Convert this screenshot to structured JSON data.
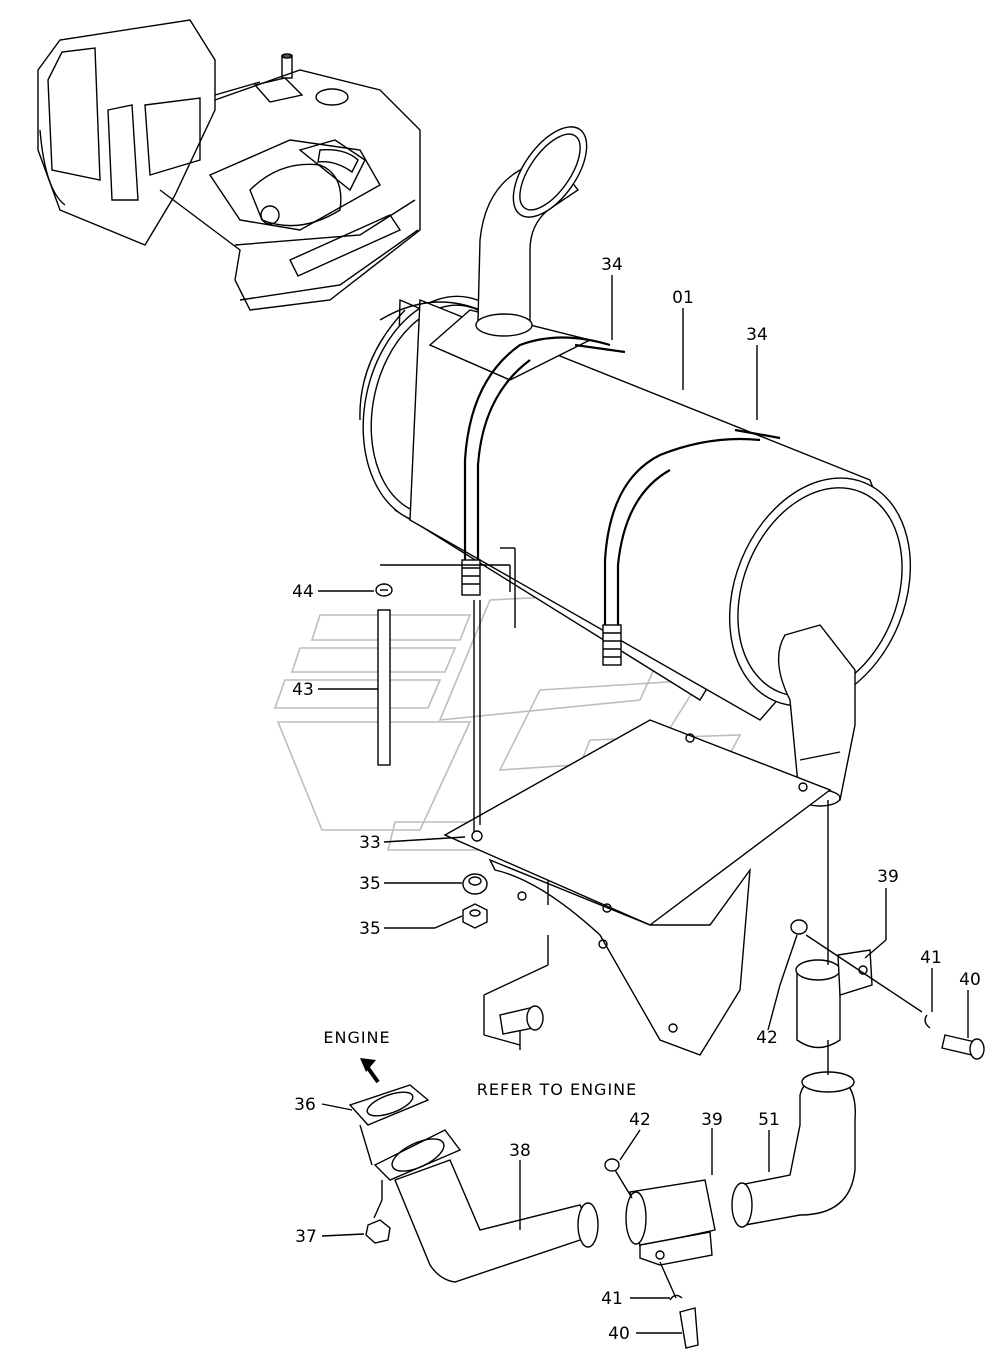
{
  "callouts": {
    "c01": "01",
    "c33": "33",
    "c34a": "34",
    "c34b": "34",
    "c35a": "35",
    "c35b": "35",
    "c36": "36",
    "c37": "37",
    "c38": "38",
    "c39a": "39",
    "c39b": "39",
    "c40a": "40",
    "c40b": "40",
    "c41a": "41",
    "c41b": "41",
    "c42a": "42",
    "c42b": "42",
    "c43": "43",
    "c44": "44",
    "c51": "51"
  },
  "notes": {
    "engine": "ENGINE",
    "refer": "REFER TO ENGINE"
  }
}
